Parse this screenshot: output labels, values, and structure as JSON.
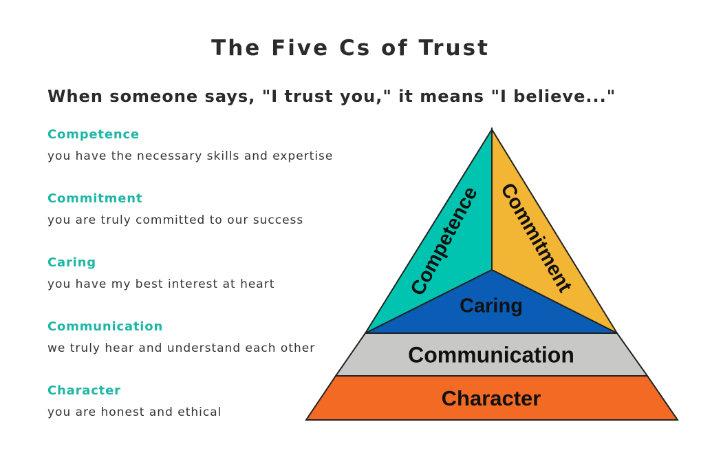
{
  "title": "The Five Cs of Trust",
  "subtitle": "When someone says, \"I trust you,\" it means \"I believe...\"",
  "items": [
    {
      "heading": "Competence",
      "description": "you have the necessary skills and expertise"
    },
    {
      "heading": "Commitment",
      "description": "you are truly committed to our success"
    },
    {
      "heading": "Caring",
      "description": "you have my best interest at heart"
    },
    {
      "heading": "Communication",
      "description": "we truly hear and understand each other"
    },
    {
      "heading": "Character",
      "description": "you are honest and ethical"
    }
  ],
  "pyramid": {
    "labels": {
      "competence": "Competence",
      "commitment": "Commitment",
      "caring": "Caring",
      "communication": "Communication",
      "character": "Character"
    },
    "colors": {
      "competence": "#00c4b0",
      "commitment": "#f2b534",
      "caring": "#0b5cb5",
      "communication": "#c8c8c6",
      "character": "#f26a23",
      "outline": "#222222"
    }
  },
  "colors": {
    "heading_accent": "#1fb6a6",
    "title_text": "#2b2b2b",
    "body_text": "#333333"
  }
}
